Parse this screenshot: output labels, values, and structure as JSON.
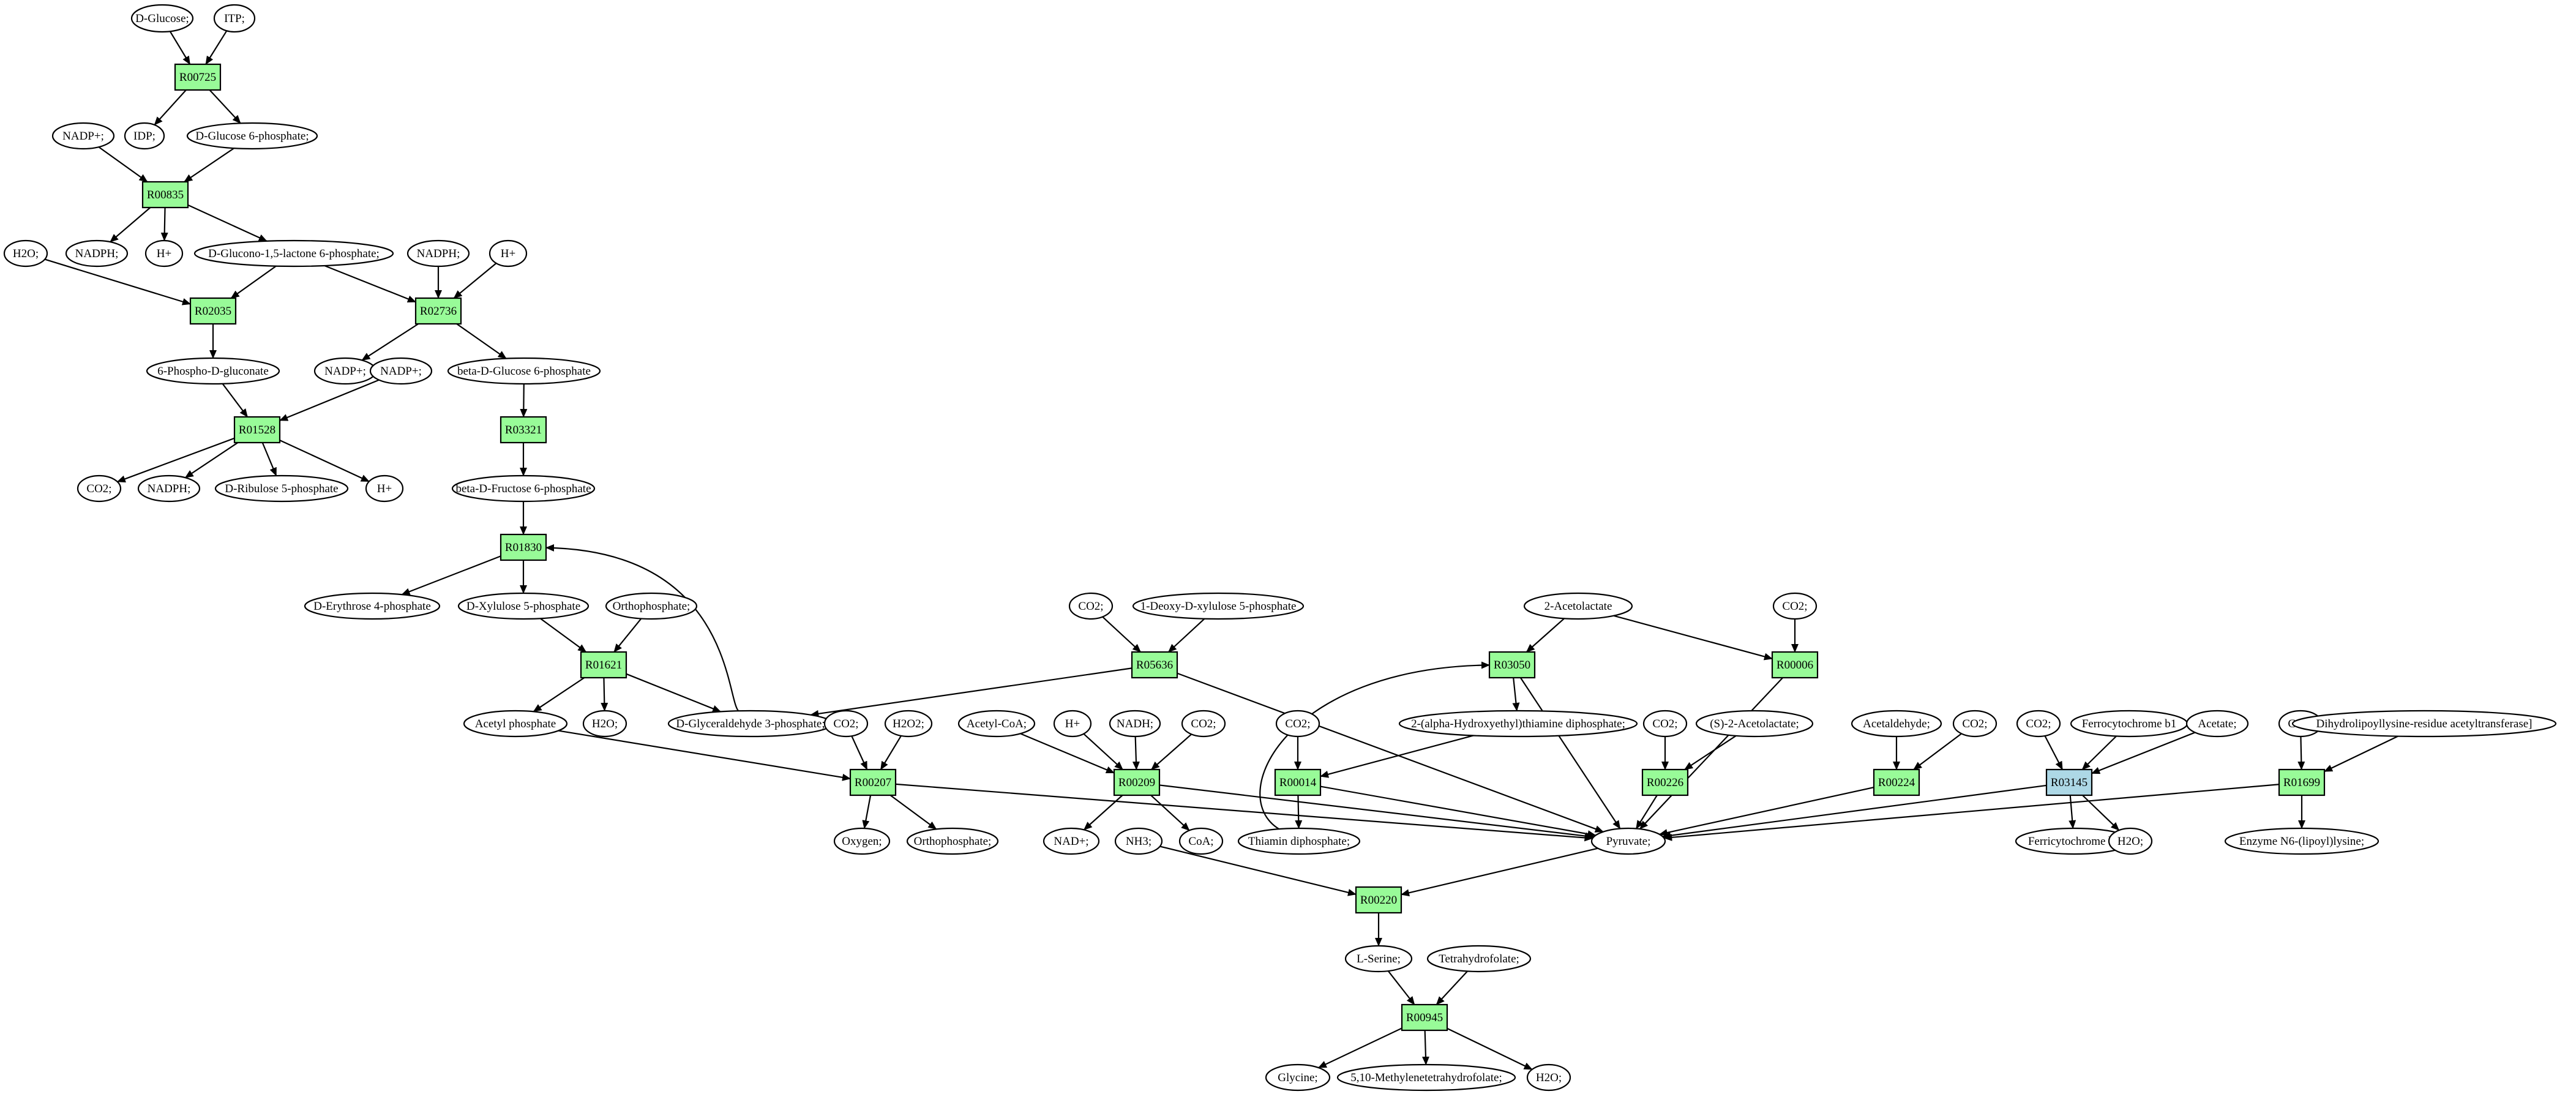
{
  "colors": {
    "reaction": "#98fb98",
    "reaction_alt": "#add8e6",
    "start": "#00ff00",
    "end": "#ffff00",
    "default": "#ffffff"
  },
  "nodes": [
    {
      "id": "glc",
      "label": "D-Glucose;",
      "shape": "ellipse",
      "fill": "start"
    },
    {
      "id": "itp",
      "label": "ITP;",
      "shape": "ellipse"
    },
    {
      "id": "R00725",
      "label": "R00725",
      "shape": "rect",
      "fill": "reaction"
    },
    {
      "id": "idp",
      "label": "IDP;",
      "shape": "ellipse"
    },
    {
      "id": "g6p",
      "label": "D-Glucose 6-phosphate;",
      "shape": "ellipse"
    },
    {
      "id": "nadp1",
      "label": "NADP+;",
      "shape": "ellipse"
    },
    {
      "id": "R00835",
      "label": "R00835",
      "shape": "rect",
      "fill": "reaction"
    },
    {
      "id": "nadph1",
      "label": "NADPH;",
      "shape": "ellipse"
    },
    {
      "id": "h1",
      "label": "H+",
      "shape": "ellipse"
    },
    {
      "id": "gluconolac",
      "label": "D-Glucono-1,5-lactone 6-phosphate;",
      "shape": "ellipse"
    },
    {
      "id": "h2o1",
      "label": "H2O;",
      "shape": "ellipse"
    },
    {
      "id": "nadph2",
      "label": "NADPH;",
      "shape": "ellipse"
    },
    {
      "id": "h2",
      "label": "H+",
      "shape": "ellipse"
    },
    {
      "id": "R02035",
      "label": "R02035",
      "shape": "rect",
      "fill": "reaction"
    },
    {
      "id": "R02736",
      "label": "R02736",
      "shape": "rect",
      "fill": "reaction"
    },
    {
      "id": "pgluconate",
      "label": "6-Phospho-D-gluconate",
      "shape": "ellipse"
    },
    {
      "id": "nadp2",
      "label": "NADP+;",
      "shape": "ellipse"
    },
    {
      "id": "nadp3",
      "label": "NADP+;",
      "shape": "ellipse"
    },
    {
      "id": "bg6p",
      "label": "beta-D-Glucose 6-phosphate",
      "shape": "ellipse"
    },
    {
      "id": "R01528",
      "label": "R01528",
      "shape": "rect",
      "fill": "reaction"
    },
    {
      "id": "R03321",
      "label": "R03321",
      "shape": "rect",
      "fill": "reaction"
    },
    {
      "id": "co2_1",
      "label": "CO2;",
      "shape": "ellipse"
    },
    {
      "id": "nadph3",
      "label": "NADPH;",
      "shape": "ellipse"
    },
    {
      "id": "ribulose",
      "label": "D-Ribulose 5-phosphate",
      "shape": "ellipse"
    },
    {
      "id": "h3",
      "label": "H+",
      "shape": "ellipse"
    },
    {
      "id": "bf6p",
      "label": "beta-D-Fructose 6-phosphate",
      "shape": "ellipse"
    },
    {
      "id": "R01830",
      "label": "R01830",
      "shape": "rect",
      "fill": "reaction"
    },
    {
      "id": "erythrose",
      "label": "D-Erythrose 4-phosphate",
      "shape": "ellipse"
    },
    {
      "id": "xylulose",
      "label": "D-Xylulose 5-phosphate",
      "shape": "ellipse"
    },
    {
      "id": "orthop1",
      "label": "Orthophosphate;",
      "shape": "ellipse"
    },
    {
      "id": "R01621",
      "label": "R01621",
      "shape": "rect",
      "fill": "reaction"
    },
    {
      "id": "acetylp",
      "label": "Acetyl phosphate",
      "shape": "ellipse"
    },
    {
      "id": "h2o2",
      "label": "H2O;",
      "shape": "ellipse"
    },
    {
      "id": "gap",
      "label": "D-Glyceraldehyde 3-phosphate;",
      "shape": "ellipse"
    },
    {
      "id": "co2_2",
      "label": "CO2;",
      "shape": "ellipse"
    },
    {
      "id": "dxp",
      "label": "1-Deoxy-D-xylulose 5-phosphate",
      "shape": "ellipse"
    },
    {
      "id": "R05636",
      "label": "R05636",
      "shape": "rect",
      "fill": "reaction"
    },
    {
      "id": "co2_3",
      "label": "CO2;",
      "shape": "ellipse"
    },
    {
      "id": "h2o2b",
      "label": "H2O2;",
      "shape": "ellipse"
    },
    {
      "id": "R00207",
      "label": "R00207",
      "shape": "rect",
      "fill": "reaction"
    },
    {
      "id": "oxygen",
      "label": "Oxygen;",
      "shape": "ellipse"
    },
    {
      "id": "orthop2",
      "label": "Orthophosphate;",
      "shape": "ellipse"
    },
    {
      "id": "acetylcoa",
      "label": "Acetyl-CoA;",
      "shape": "ellipse"
    },
    {
      "id": "h4",
      "label": "H+",
      "shape": "ellipse"
    },
    {
      "id": "nadh",
      "label": "NADH;",
      "shape": "ellipse"
    },
    {
      "id": "co2_4",
      "label": "CO2;",
      "shape": "ellipse"
    },
    {
      "id": "R00209",
      "label": "R00209",
      "shape": "rect",
      "fill": "reaction"
    },
    {
      "id": "nad",
      "label": "NAD+;",
      "shape": "ellipse"
    },
    {
      "id": "nh3",
      "label": "NH3;",
      "shape": "ellipse"
    },
    {
      "id": "coa",
      "label": "CoA;",
      "shape": "ellipse"
    },
    {
      "id": "acetolactate",
      "label": "2-Acetolactate",
      "shape": "ellipse"
    },
    {
      "id": "R03050",
      "label": "R03050",
      "shape": "rect",
      "fill": "reaction"
    },
    {
      "id": "co2_5",
      "label": "CO2;",
      "shape": "ellipse"
    },
    {
      "id": "R00006",
      "label": "R00006",
      "shape": "rect",
      "fill": "reaction"
    },
    {
      "id": "co2_6",
      "label": "CO2;",
      "shape": "ellipse"
    },
    {
      "id": "R00014",
      "label": "R00014",
      "shape": "rect",
      "fill": "reaction"
    },
    {
      "id": "hetdp",
      "label": "2-(alpha-Hydroxyethyl)thiamine diphosphate;",
      "shape": "ellipse"
    },
    {
      "id": "thiamin",
      "label": "Thiamin diphosphate;",
      "shape": "ellipse"
    },
    {
      "id": "co2_7",
      "label": "CO2;",
      "shape": "ellipse"
    },
    {
      "id": "sacetolactate",
      "label": "(S)-2-Acetolactate;",
      "shape": "ellipse"
    },
    {
      "id": "R00226",
      "label": "R00226",
      "shape": "rect",
      "fill": "reaction"
    },
    {
      "id": "pyruvate",
      "label": "Pyruvate;",
      "shape": "ellipse"
    },
    {
      "id": "acetaldehyde",
      "label": "Acetaldehyde;",
      "shape": "ellipse"
    },
    {
      "id": "co2_8",
      "label": "CO2;",
      "shape": "ellipse"
    },
    {
      "id": "R00224",
      "label": "R00224",
      "shape": "rect",
      "fill": "reaction"
    },
    {
      "id": "co2_9",
      "label": "CO2;",
      "shape": "ellipse"
    },
    {
      "id": "ferrocyt",
      "label": "Ferrocytochrome b1",
      "shape": "ellipse"
    },
    {
      "id": "acetate",
      "label": "Acetate;",
      "shape": "ellipse"
    },
    {
      "id": "R03145",
      "label": "R03145",
      "shape": "rect",
      "fill": "reaction_alt"
    },
    {
      "id": "ferricyt",
      "label": "Ferricytochrome b1",
      "shape": "ellipse"
    },
    {
      "id": "h2o3",
      "label": "H2O;",
      "shape": "ellipse"
    },
    {
      "id": "co2_10",
      "label": "CO2;",
      "shape": "ellipse"
    },
    {
      "id": "dihydrolipo",
      "label": "Dihydrolipoyllysine-residue acetyltransferase]",
      "shape": "ellipse"
    },
    {
      "id": "R01699",
      "label": "R01699",
      "shape": "rect",
      "fill": "reaction"
    },
    {
      "id": "lipoyl",
      "label": "Enzyme N6-(lipoyl)lysine;",
      "shape": "ellipse"
    },
    {
      "id": "R00220",
      "label": "R00220",
      "shape": "rect",
      "fill": "reaction"
    },
    {
      "id": "serine",
      "label": "L-Serine;",
      "shape": "ellipse"
    },
    {
      "id": "thf",
      "label": "Tetrahydrofolate;",
      "shape": "ellipse"
    },
    {
      "id": "R00945",
      "label": "R00945",
      "shape": "rect",
      "fill": "reaction"
    },
    {
      "id": "glycine",
      "label": "Glycine;",
      "shape": "ellipse",
      "fill": "end"
    },
    {
      "id": "methylene",
      "label": "5,10-Methylenetetrahydrofolate;",
      "shape": "ellipse"
    },
    {
      "id": "h2o4",
      "label": "H2O;",
      "shape": "ellipse"
    }
  ],
  "edges": [
    [
      "glc",
      "R00725"
    ],
    [
      "itp",
      "R00725"
    ],
    [
      "R00725",
      "idp"
    ],
    [
      "R00725",
      "g6p"
    ],
    [
      "nadp1",
      "R00835"
    ],
    [
      "g6p",
      "R00835"
    ],
    [
      "R00835",
      "nadph1"
    ],
    [
      "R00835",
      "h1"
    ],
    [
      "R00835",
      "gluconolac"
    ],
    [
      "h2o1",
      "R02035"
    ],
    [
      "gluconolac",
      "R02035"
    ],
    [
      "gluconolac",
      "R02736"
    ],
    [
      "nadph2",
      "R02736"
    ],
    [
      "h2",
      "R02736"
    ],
    [
      "R02035",
      "pgluconate"
    ],
    [
      "R02736",
      "nadp2"
    ],
    [
      "R02736",
      "bg6p"
    ],
    [
      "pgluconate",
      "R01528"
    ],
    [
      "nadp3",
      "R01528"
    ],
    [
      "R01528",
      "co2_1"
    ],
    [
      "R01528",
      "nadph3"
    ],
    [
      "R01528",
      "ribulose"
    ],
    [
      "R01528",
      "h3"
    ],
    [
      "bg6p",
      "R03321"
    ],
    [
      "R03321",
      "bf6p"
    ],
    [
      "bf6p",
      "R01830"
    ],
    [
      "gap",
      "R01830"
    ],
    [
      "R01830",
      "erythrose"
    ],
    [
      "R01830",
      "xylulose"
    ],
    [
      "xylulose",
      "R01621"
    ],
    [
      "orthop1",
      "R01621"
    ],
    [
      "R01621",
      "acetylp"
    ],
    [
      "R01621",
      "h2o2"
    ],
    [
      "R01621",
      "gap"
    ],
    [
      "co2_2",
      "R05636"
    ],
    [
      "dxp",
      "R05636"
    ],
    [
      "R05636",
      "gap"
    ],
    [
      "R05636",
      "pyruvate"
    ],
    [
      "acetylp",
      "R00207"
    ],
    [
      "co2_3",
      "R00207"
    ],
    [
      "h2o2b",
      "R00207"
    ],
    [
      "R00207",
      "oxygen"
    ],
    [
      "R00207",
      "orthop2"
    ],
    [
      "R00207",
      "pyruvate"
    ],
    [
      "acetylcoa",
      "R00209"
    ],
    [
      "h4",
      "R00209"
    ],
    [
      "nadh",
      "R00209"
    ],
    [
      "co2_4",
      "R00209"
    ],
    [
      "R00209",
      "nad"
    ],
    [
      "R00209",
      "coa"
    ],
    [
      "R00209",
      "pyruvate"
    ],
    [
      "acetolactate",
      "R03050"
    ],
    [
      "acetolactate",
      "R00006"
    ],
    [
      "thiamin",
      "R03050"
    ],
    [
      "R03050",
      "hetdp"
    ],
    [
      "R03050",
      "pyruvate"
    ],
    [
      "co2_5",
      "R00006"
    ],
    [
      "R00006",
      "pyruvate"
    ],
    [
      "co2_6",
      "R00014"
    ],
    [
      "hetdp",
      "R00014"
    ],
    [
      "R00014",
      "thiamin"
    ],
    [
      "R00014",
      "pyruvate"
    ],
    [
      "co2_7",
      "R00226"
    ],
    [
      "sacetolactate",
      "R00226"
    ],
    [
      "R00226",
      "pyruvate"
    ],
    [
      "acetaldehyde",
      "R00224"
    ],
    [
      "co2_8",
      "R00224"
    ],
    [
      "R00224",
      "pyruvate"
    ],
    [
      "co2_9",
      "R03145"
    ],
    [
      "ferrocyt",
      "R03145"
    ],
    [
      "acetate",
      "R03145"
    ],
    [
      "R03145",
      "pyruvate"
    ],
    [
      "R03145",
      "ferricyt"
    ],
    [
      "R03145",
      "h2o3"
    ],
    [
      "co2_10",
      "R01699"
    ],
    [
      "dihydrolipo",
      "R01699"
    ],
    [
      "R01699",
      "pyruvate"
    ],
    [
      "R01699",
      "lipoyl"
    ],
    [
      "nh3",
      "R00220"
    ],
    [
      "pyruvate",
      "R00220"
    ],
    [
      "R00220",
      "serine"
    ],
    [
      "serine",
      "R00945"
    ],
    [
      "thf",
      "R00945"
    ],
    [
      "R00945",
      "glycine"
    ],
    [
      "R00945",
      "methylene"
    ],
    [
      "R00945",
      "h2o4"
    ]
  ]
}
